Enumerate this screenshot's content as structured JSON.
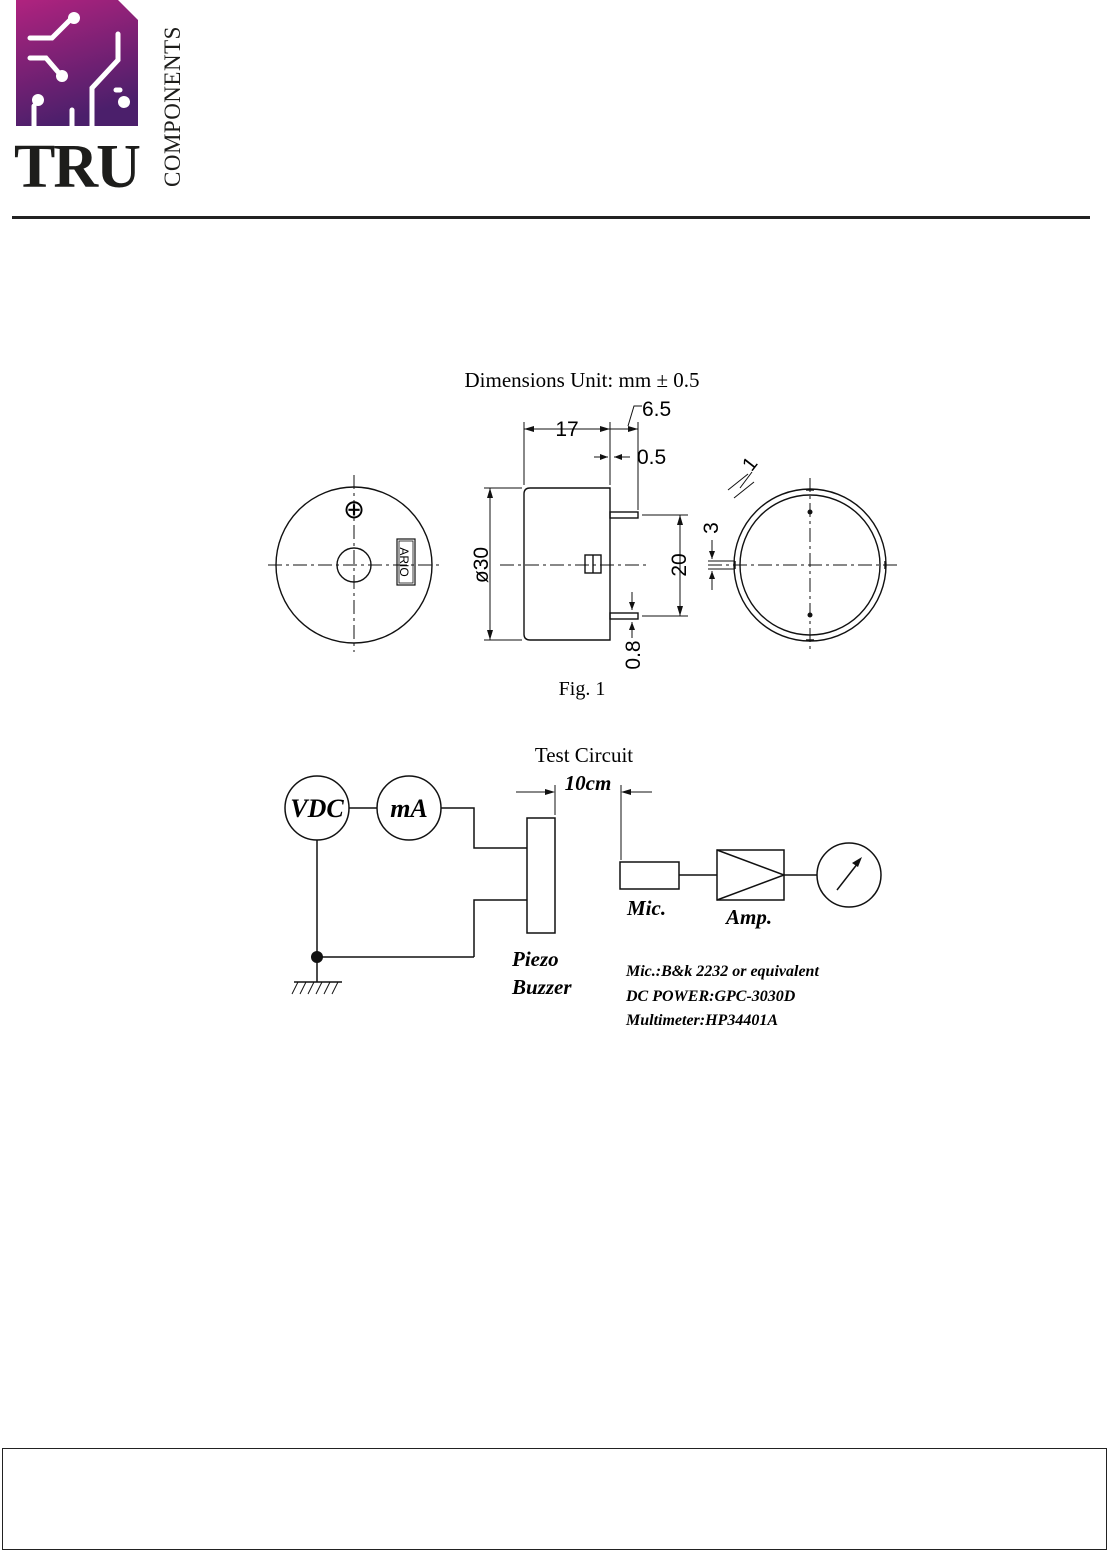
{
  "logo": {
    "brand_main": "TRU",
    "brand_side": "COMPONENTS",
    "colors": {
      "purple_top": "#b0237f",
      "purple_bottom": "#4b1f6b",
      "text": "#1d1d1b"
    }
  },
  "figure1": {
    "title": "Dimensions Unit: mm ± 0.5",
    "caption": "Fig. 1",
    "case_label": "ARIO",
    "plus_symbol": "⊕",
    "dims": {
      "length": "17",
      "pin_length": "6.5",
      "pin_width": "0.5",
      "diameter": "ø30",
      "pin_spacing": "20",
      "pin_thickness": "0.8",
      "slot_width": "3",
      "rim_width": "1"
    }
  },
  "test_circuit": {
    "title": "Test Circuit",
    "distance": "10cm",
    "vdc_label": "VDC",
    "ma_label": "mA",
    "buzzer_label_line1": "Piezo",
    "buzzer_label_line2": "Buzzer",
    "mic_label": "Mic.",
    "amp_label": "Amp.",
    "notes": [
      "Mic.:B&k 2232 or equivalent",
      "DC POWER:GPC-3030D",
      "Multimeter:HP34401A"
    ]
  }
}
